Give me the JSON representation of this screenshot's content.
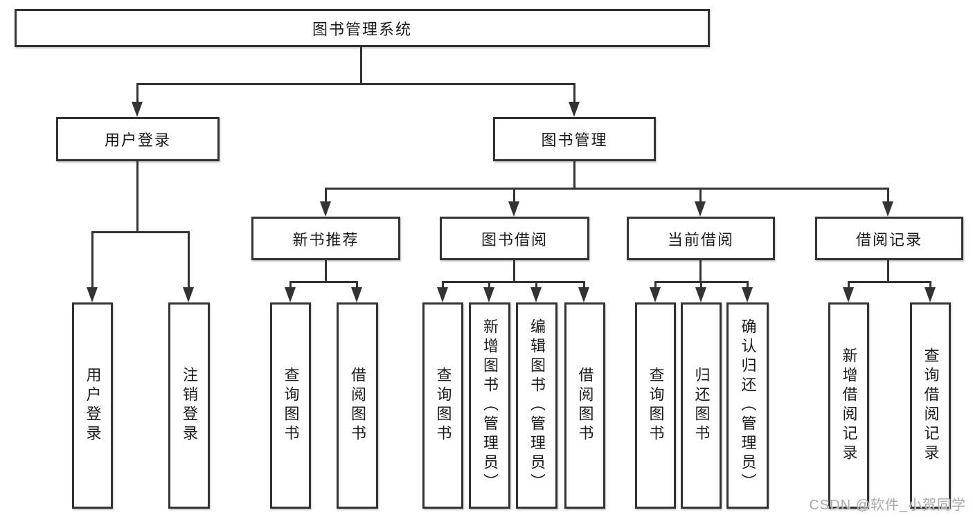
{
  "diagram": {
    "root": {
      "label": "图书管理系统",
      "children": [
        {
          "label": "用户登录",
          "children": [
            {
              "label": "用户登录"
            },
            {
              "label": "注销登录"
            }
          ]
        },
        {
          "label": "图书管理",
          "children": [
            {
              "label": "新书推荐",
              "children": [
                {
                  "label": "查询图书"
                },
                {
                  "label": "借阅图书"
                }
              ]
            },
            {
              "label": "图书借阅",
              "children": [
                {
                  "label": "查询图书"
                },
                {
                  "label": "新增图书（管理员）"
                },
                {
                  "label": "编辑图书（管理员）"
                },
                {
                  "label": "借阅图书"
                }
              ]
            },
            {
              "label": "当前借阅",
              "children": [
                {
                  "label": "查询图书"
                },
                {
                  "label": "归还图书"
                },
                {
                  "label": "确认归还（管理员）"
                }
              ]
            },
            {
              "label": "借阅记录",
              "children": [
                {
                  "label": "新增借阅记录"
                },
                {
                  "label": "查询借阅记录"
                }
              ]
            }
          ]
        }
      ]
    }
  },
  "watermark": {
    "text": "CSDN @软件_小贺同学"
  },
  "colors": {
    "line": "#333333",
    "box_border": "#333333",
    "text": "#1a1a1a",
    "watermark_text": "#a8a8a8",
    "background": "#ffffff"
  }
}
